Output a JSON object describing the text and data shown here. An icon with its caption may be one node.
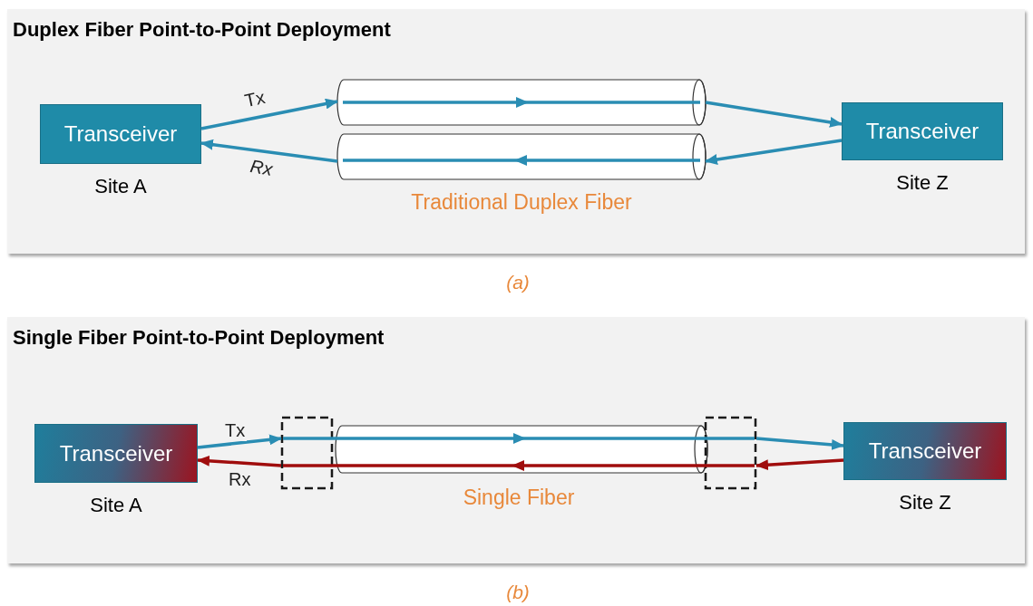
{
  "diagram": {
    "nodes": [
      {
        "text": [
          "Duplex Fiber Point-to-Point Deployment"
        ]
      },
      {
        "text": [
          "Transceiver"
        ],
        "beside": [
          "Site A"
        ],
        "in": 0
      },
      {
        "text": [],
        "shape": "cylinder",
        "in": 0
      },
      {
        "text": [],
        "shape": "cylinder",
        "beside": [
          "Traditional Duplex Fiber"
        ],
        "in": 0
      },
      {
        "text": [
          "Transceiver"
        ],
        "beside": [
          "Site Z"
        ],
        "in": 0
      },
      {
        "text": [
          "Single Fiber Point-to-Point Deployment"
        ]
      },
      {
        "text": [
          "Transceiver"
        ],
        "beside": [
          "Site A"
        ],
        "in": 5
      },
      {
        "text": [],
        "shape": "cylinder",
        "beside": [
          "Single Fiber"
        ],
        "in": 5
      },
      {
        "text": [
          "Transceiver"
        ],
        "beside": [
          "Site Z"
        ],
        "in": 5
      }
    ],
    "edges": [
      {
        "from": 1,
        "to": 2,
        "arrow": "to",
        "label": "Tx"
      },
      {
        "from": 2,
        "to": 4,
        "arrow": "to"
      },
      {
        "from": 4,
        "to": 3,
        "arrow": "to"
      },
      {
        "from": 3,
        "to": 1,
        "arrow": "to",
        "label": "Rx"
      },
      {
        "from": 6,
        "to": 7,
        "arrow": "to",
        "label": "Tx"
      },
      {
        "from": 7,
        "to": 6,
        "arrow": "to",
        "label": "Rx",
        "color": "#a00d0d"
      },
      {
        "from": 7,
        "to": 8,
        "arrow": "to"
      },
      {
        "from": 8,
        "to": 7,
        "arrow": "to",
        "color": "#a00d0d"
      }
    ],
    "labels": [
      "(a)",
      "(b)"
    ]
  }
}
